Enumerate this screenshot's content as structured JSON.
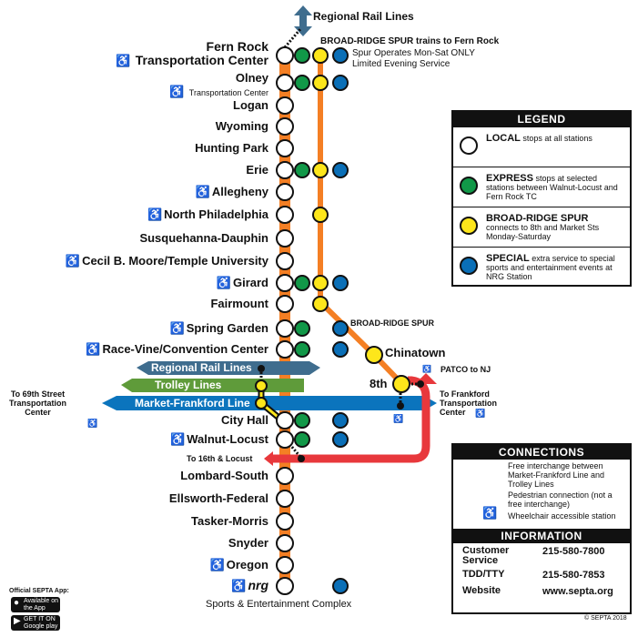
{
  "colors": {
    "orange": "#f47f24",
    "green": "#119848",
    "yellow": "#fde61b",
    "blue": "#0a6fb7",
    "regional_rail": "#3f6d8e",
    "trolley": "#5f9b3a",
    "market_frankford": "#0b74bd",
    "red": "#e8383c"
  },
  "top": {
    "regional_rail": "Regional Rail Lines",
    "spur_title": "BROAD-RIDGE SPUR trains to Fern Rock",
    "spur_note1": "Spur Operates Mon-Sat ONLY",
    "spur_note2": "Limited Evening Service"
  },
  "stations": [
    {
      "name": "Fern Rock",
      "name2": "Transportation Center",
      "wc": true,
      "types": [
        "local",
        "express",
        "spur",
        "special"
      ]
    },
    {
      "name": "Olney",
      "sub": "Transportation Center",
      "wc": true,
      "types": [
        "local",
        "express",
        "spur",
        "special"
      ]
    },
    {
      "name": "Logan",
      "types": [
        "local"
      ]
    },
    {
      "name": "Wyoming",
      "types": [
        "local"
      ]
    },
    {
      "name": "Hunting Park",
      "types": [
        "local"
      ]
    },
    {
      "name": "Erie",
      "types": [
        "local",
        "express",
        "spur",
        "special"
      ]
    },
    {
      "name": "Allegheny",
      "wc": true,
      "types": [
        "local"
      ]
    },
    {
      "name": "North Philadelphia",
      "wc": true,
      "types": [
        "local",
        "spur"
      ]
    },
    {
      "name": "Susquehanna-Dauphin",
      "types": [
        "local"
      ]
    },
    {
      "name": "Cecil B. Moore/Temple University",
      "wc": true,
      "types": [
        "local"
      ]
    },
    {
      "name": "Girard",
      "wc": true,
      "types": [
        "local",
        "express",
        "spur",
        "special"
      ]
    },
    {
      "name": "Fairmount",
      "types": [
        "local",
        "spur"
      ]
    },
    {
      "name": "Spring Garden",
      "wc": true,
      "types": [
        "local",
        "express",
        "special"
      ]
    },
    {
      "name": "Race-Vine/Convention Center",
      "wc": true,
      "types": [
        "local",
        "express",
        "special"
      ]
    },
    {
      "name": "City Hall",
      "types": [
        "local",
        "express",
        "special"
      ]
    },
    {
      "name": "Walnut-Locust",
      "wc": true,
      "types": [
        "local",
        "express",
        "special"
      ]
    },
    {
      "name": "Lombard-South",
      "types": [
        "local"
      ]
    },
    {
      "name": "Ellsworth-Federal",
      "types": [
        "local"
      ]
    },
    {
      "name": "Tasker-Morris",
      "types": [
        "local"
      ]
    },
    {
      "name": "Snyder",
      "types": [
        "local"
      ]
    },
    {
      "name": "Oregon",
      "wc": true,
      "types": [
        "local"
      ]
    },
    {
      "name": "nrg",
      "wc": true,
      "types": [
        "local",
        "special"
      ]
    }
  ],
  "nrg_caption": "Sports & Entertainment Complex",
  "spur": {
    "label": "BROAD-RIDGE SPUR",
    "chinatown": "Chinatown",
    "eighth": "8th",
    "patco": "PATCO to NJ"
  },
  "lines": {
    "regional_rail": "Regional Rail Lines",
    "trolley": "Trolley  Lines",
    "market_frankford": "Market-Frankford Line",
    "to_69th": "To 69th Street\nTransportation\nCenter",
    "to_frankford": "To Frankford\nTransportation\nCenter",
    "to_16th": "To 16th & Locust"
  },
  "legend": {
    "title": "LEGEND",
    "items": [
      {
        "key": "local",
        "bold": "LOCAL",
        "text": " stops at all stations"
      },
      {
        "key": "express",
        "bold": "EXPRESS",
        "text": " stops at selected stations between Walnut-Locust and Fern Rock TC"
      },
      {
        "key": "spur",
        "bold": "BROAD-RIDGE SPUR",
        "text": "connects to 8th and Market Sts Monday-Saturday"
      },
      {
        "key": "special",
        "bold": "SPECIAL",
        "text": " extra service to special sports and entertainment events at NRG Station"
      }
    ]
  },
  "connections": {
    "title": "CONNECTIONS",
    "free": "Free interchange between Market-Frankford Line and Trolley Lines",
    "ped": "Pedestrian connection (not a free interchange)",
    "wc": "Wheelchair accessible station"
  },
  "information": {
    "title": "INFORMATION",
    "rows": [
      {
        "label": "Customer Service",
        "value": "215-580-7800"
      },
      {
        "label": "TDD/TTY",
        "value": "215-580-7853"
      },
      {
        "label": "Website",
        "value": "www.septa.org"
      }
    ]
  },
  "copyright": "© SEPTA 2018",
  "app": {
    "title": "Official SEPTA App:",
    "appstore": "Available on the App Store",
    "google": "GET IT ON Google play"
  }
}
